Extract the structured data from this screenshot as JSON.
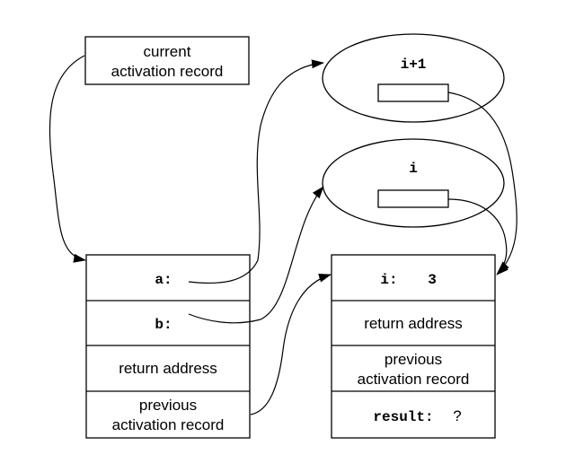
{
  "current_record": {
    "line1": "current",
    "line2": "activation record"
  },
  "left_record": {
    "field_a": "a:",
    "field_b": "b:",
    "return_address": "return address",
    "previous_line1": "previous",
    "previous_line2": "activation record"
  },
  "right_record": {
    "field_i_label": "i:",
    "field_i_value": "3",
    "return_address": "return address",
    "previous_line1": "previous",
    "previous_line2": "activation record",
    "result_label": "result:",
    "result_value": "?"
  },
  "ellipses": {
    "top_label": "i+1",
    "bottom_label": "i"
  }
}
